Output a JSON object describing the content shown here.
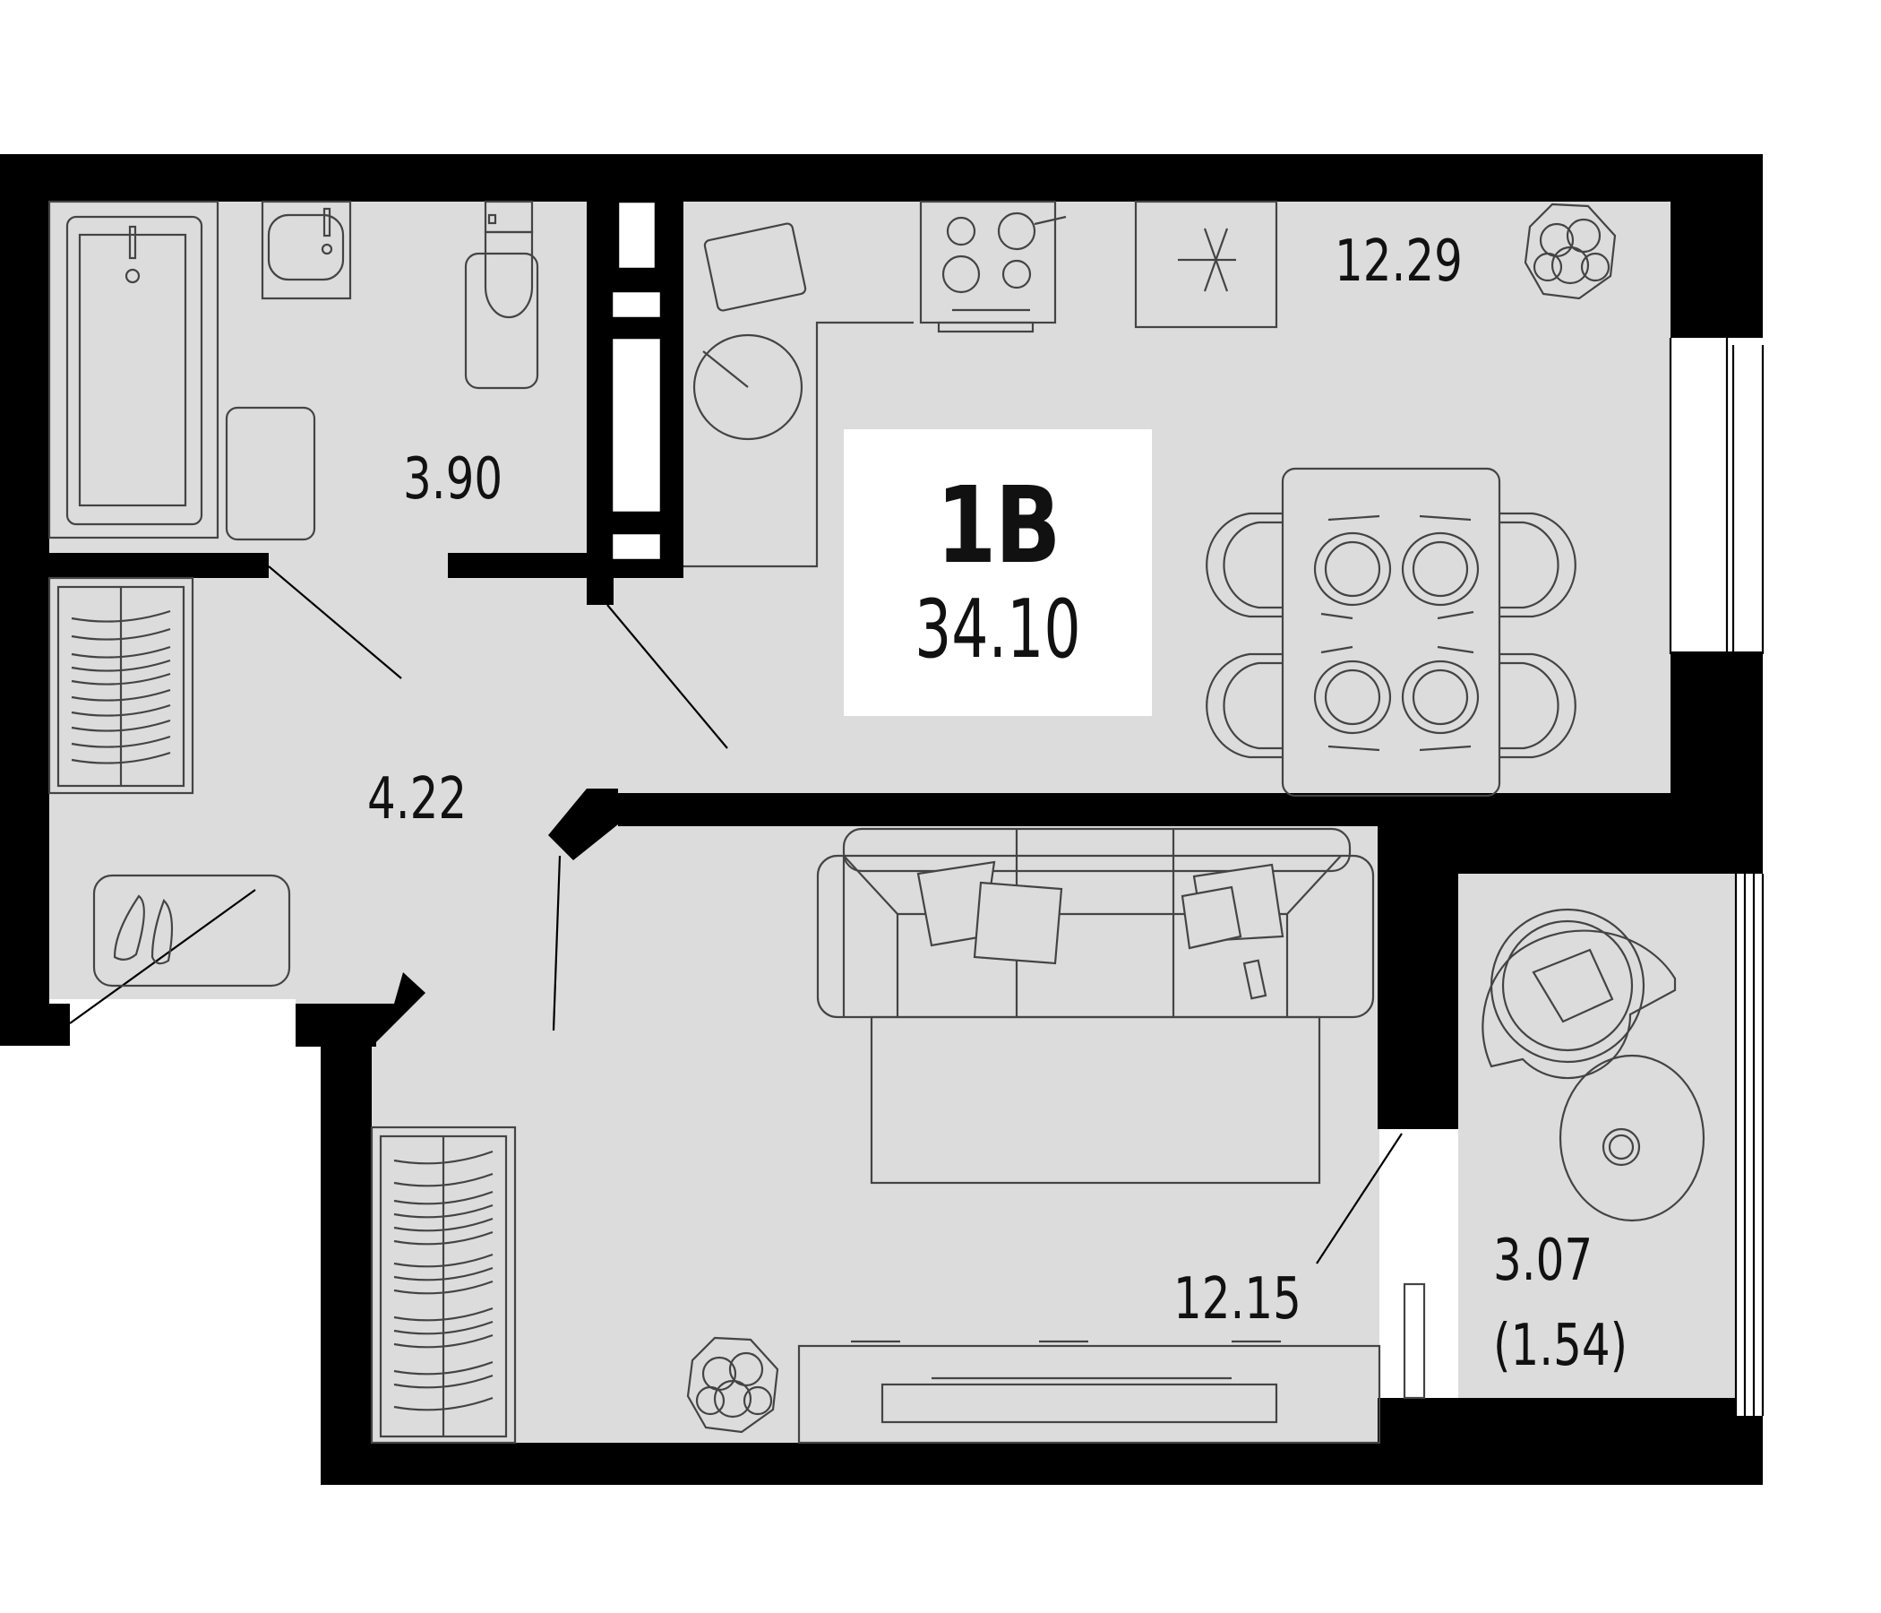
{
  "plan": {
    "apartment_type": "1B",
    "total_area": "34.10",
    "colors": {
      "floor": "#dcdcdc",
      "wall": "#000000",
      "badge_bg": "#ffffff"
    },
    "rooms": [
      {
        "id": "bathroom",
        "area": "3.90"
      },
      {
        "id": "kitchen-living",
        "area": "12.29"
      },
      {
        "id": "hallway",
        "area": "4.22"
      },
      {
        "id": "bedroom",
        "area": "12.15"
      },
      {
        "id": "balcony",
        "area": "3.07",
        "reduced_area": "(1.54)"
      }
    ]
  }
}
